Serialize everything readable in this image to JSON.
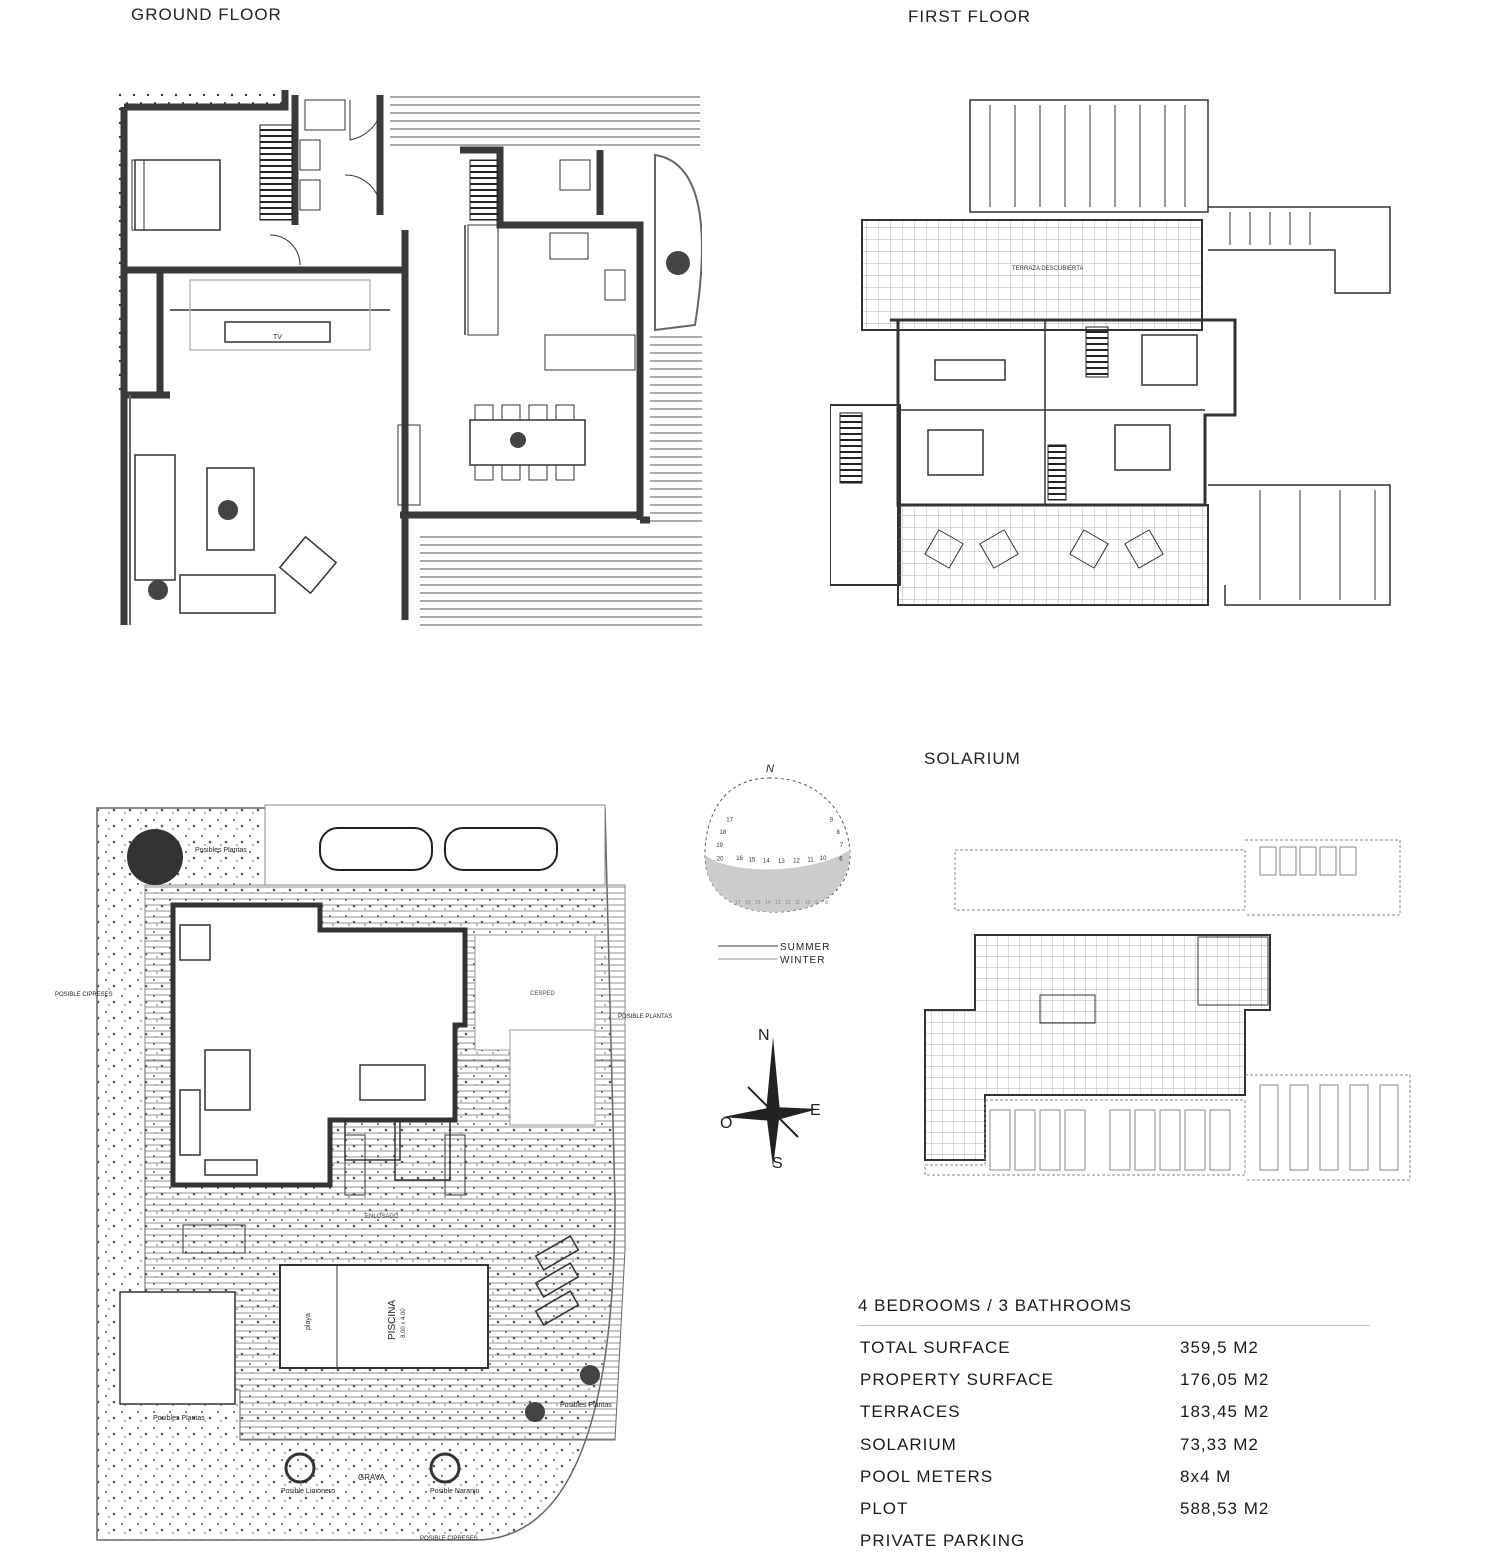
{
  "sections": {
    "ground_floor": "GROUND FLOOR",
    "first_floor": "FIRST FLOOR",
    "solarium": "SOLARIUM"
  },
  "ground_floor_plan": {
    "tv_label": "TV"
  },
  "first_floor_plan": {
    "terrace_label": "TERRAZA DESCUBIERTA"
  },
  "site_plan": {
    "possible_plants_1": "Posibles Plantas",
    "possible_cypress_left": "POSIBLE CIPRESES",
    "possible_plants_right": "POSIBLE PLANTAS",
    "pool_label": "PISCINA",
    "pool_size": "8.00 x 4.00",
    "beach_label": "playa",
    "gravel_label": "GRAVA",
    "possible_lemon": "Posible Limonero",
    "possible_orange": "Posible Naranjo",
    "possible_cypress_bottom": "POSIBLE CIPRESES",
    "possible_plants_bottom_left": "Posibles Plantas",
    "possible_plants_bottom_right": "Posibles Plantas",
    "paving_label": "ENLOSADO",
    "grass_label": "CESPED"
  },
  "sun_diagram": {
    "north": "N",
    "summer": "SUMMER",
    "winter": "WINTER",
    "hours_summer": [
      "20",
      "19",
      "18",
      "17",
      "16",
      "15",
      "14",
      "13",
      "12",
      "11",
      "10",
      "9",
      "8",
      "7",
      "6"
    ],
    "hours_winter": [
      "17",
      "16",
      "15",
      "14",
      "13",
      "12",
      "11",
      "10",
      "9",
      "8"
    ]
  },
  "compass": {
    "north": "N",
    "south": "S",
    "east": "E",
    "west": "O"
  },
  "specs": {
    "heading": "4 BEDROOMS / 3 BATHROOMS",
    "rows": [
      {
        "label": "TOTAL SURFACE",
        "value": "359,5 M2"
      },
      {
        "label": "PROPERTY SURFACE",
        "value": "176,05 M2"
      },
      {
        "label": "TERRACES",
        "value": "183,45 M2"
      },
      {
        "label": "SOLARIUM",
        "value": "73,33 M2"
      },
      {
        "label": "POOL METERS",
        "value": "8x4 M"
      },
      {
        "label": "PLOT",
        "value": "588,53 M2"
      },
      {
        "label": "PRIVATE PARKING",
        "value": ""
      }
    ]
  },
  "colors": {
    "line": "#2a2a2a",
    "light_line": "#9a9a9a",
    "wall": "#4a4a4a"
  }
}
